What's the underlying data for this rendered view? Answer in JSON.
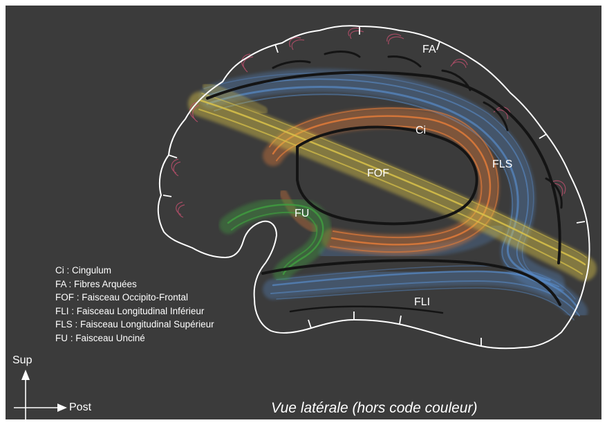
{
  "colors": {
    "background": "#3b3b3b",
    "frame": "#ffffff",
    "outline": "#ffffff",
    "sulcus": "#141414",
    "cingulum": "#e07b3a",
    "arcuate": "#c0506e",
    "fof": "#d9c24a",
    "fli": "#5a8fd0",
    "fls": "#5a8fd0",
    "fu": "#3f9c3f",
    "text": "#ffffff"
  },
  "labels": {
    "fa": "FA",
    "ci": "Ci",
    "fof": "FOF",
    "fls": "FLS",
    "fu": "FU",
    "fli": "FLI"
  },
  "legend": [
    "Ci : Cingulum",
    "FA : Fibres Arquées",
    "FOF : Faisceau Occipito-Frontal",
    "FLI : Faisceau Longitudinal Inférieur",
    "FLS : Faisceau Longitudinal Supérieur",
    "FU : Faisceau Unciné"
  ],
  "orientation": {
    "up": "Sup",
    "right": "Post"
  },
  "caption": "Vue latérale (hors code couleur)"
}
